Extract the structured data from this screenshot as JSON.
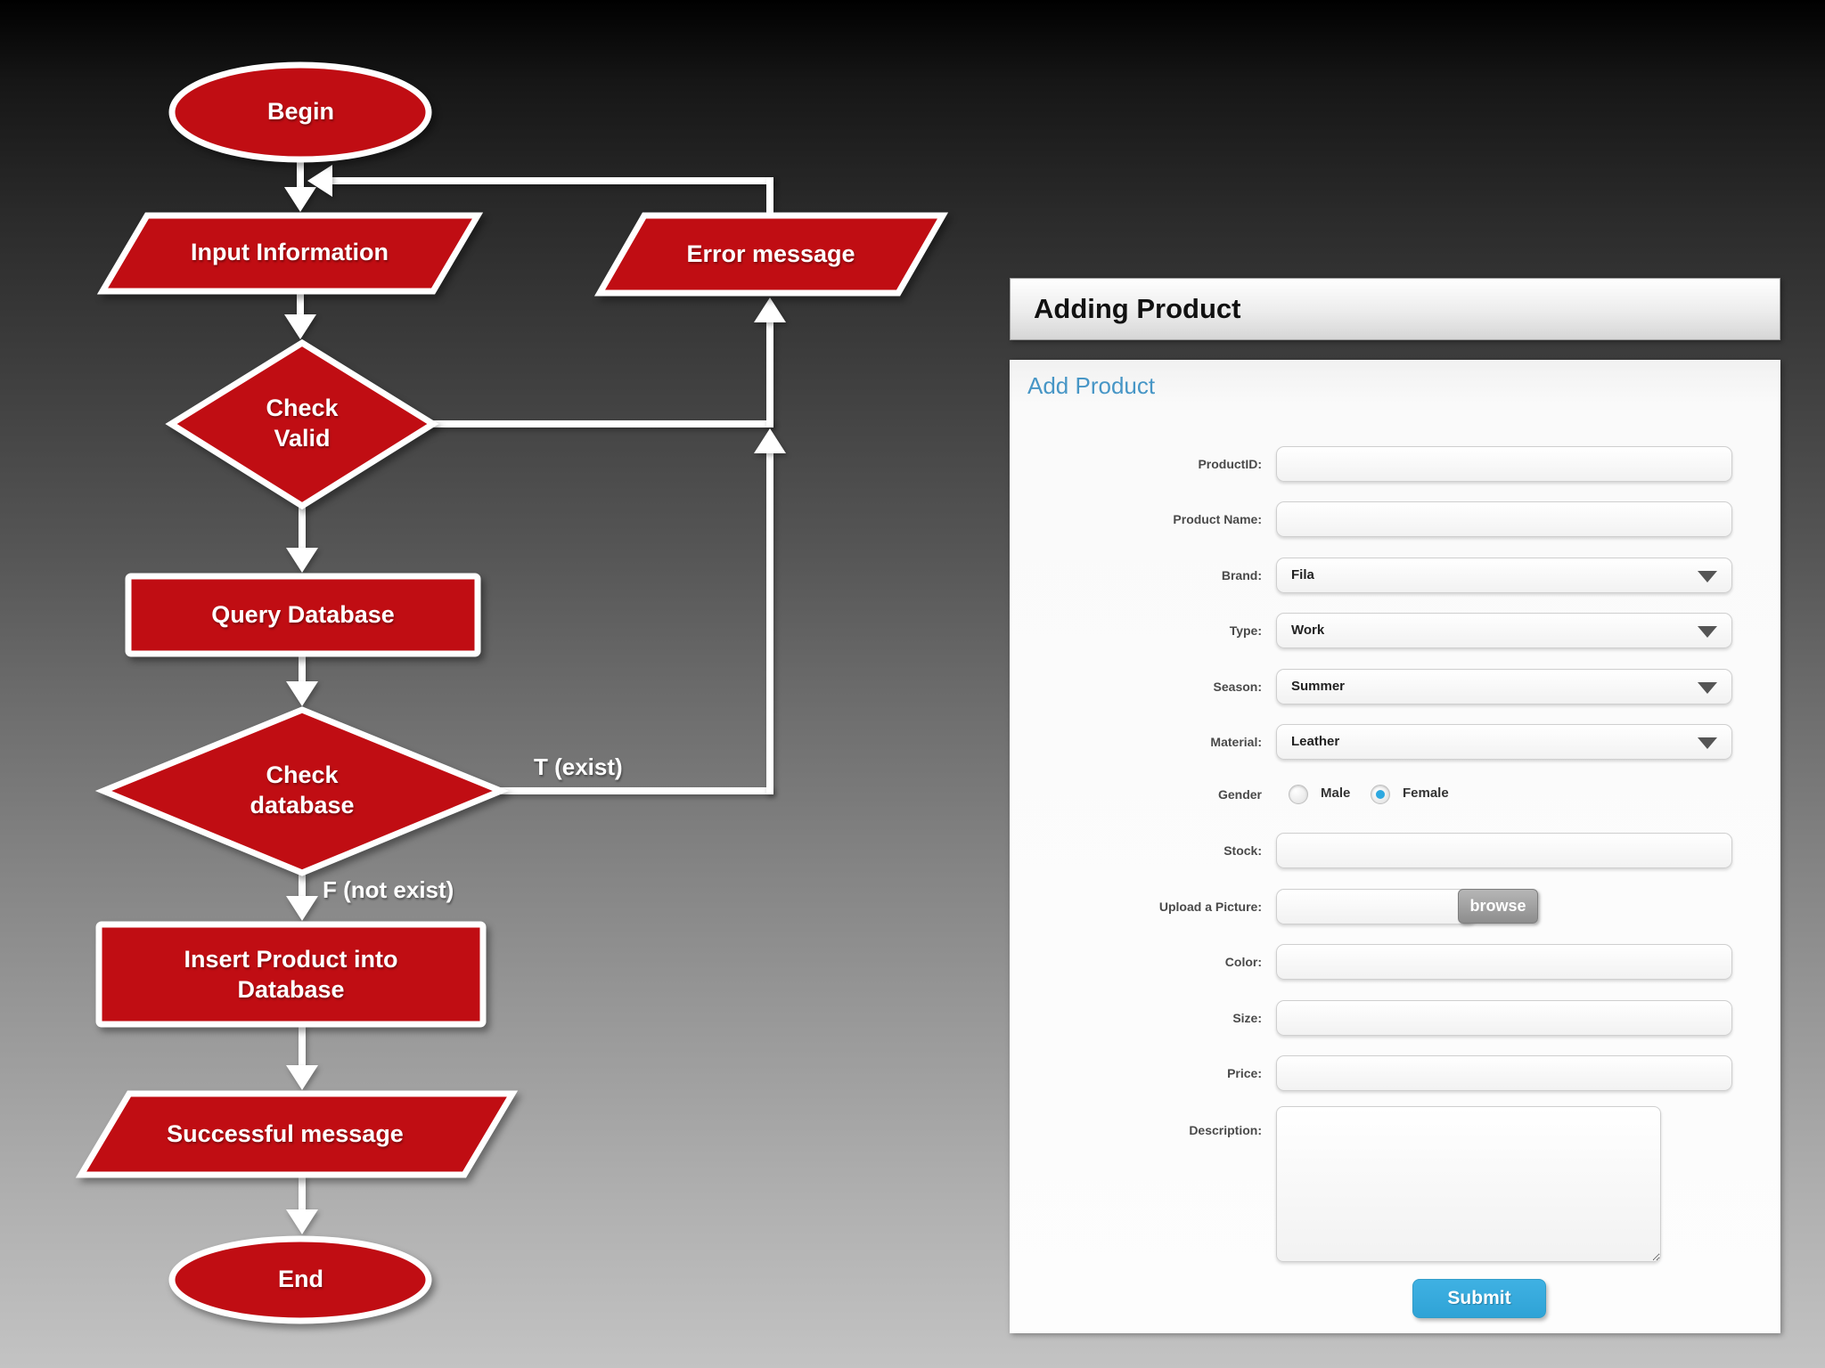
{
  "theme": {
    "node_red": "#c00d13",
    "submit_blue": "#3fb1e3",
    "panel_title_blue": "#4796c6",
    "radio_check_blue": "#2da8e0"
  },
  "flowchart": {
    "nodes": {
      "begin": "Begin",
      "input_information": "Input Information",
      "error_message": "Error message",
      "check_valid": "Check\nValid",
      "query_database": "Query Database",
      "check_database": "Check\ndatabase",
      "insert_product": "Insert Product into\nDatabase",
      "successful_message": "Successful message",
      "end": "End"
    },
    "edge_labels": {
      "true_branch": "T (exist)",
      "false_branch": "F (not exist)"
    }
  },
  "window": {
    "title": "Adding Product"
  },
  "form": {
    "title": "Add Product",
    "rows": [
      {
        "label": "ProductID:",
        "type": "text",
        "value": ""
      },
      {
        "label": "Product Name:",
        "type": "text",
        "value": ""
      },
      {
        "label": "Brand:",
        "type": "select",
        "value": "Fila"
      },
      {
        "label": "Type:",
        "type": "select",
        "value": "Work"
      },
      {
        "label": "Season:",
        "type": "select",
        "value": "Summer"
      },
      {
        "label": "Material:",
        "type": "select",
        "value": "Leather"
      },
      {
        "label": "Gender",
        "type": "radio",
        "options": [
          "Male",
          "Female"
        ],
        "selected": "Female"
      },
      {
        "label": "Stock:",
        "type": "text",
        "value": ""
      },
      {
        "label": "Upload a Picture:",
        "type": "file",
        "button_label": "browse",
        "value": ""
      },
      {
        "label": "Color:",
        "type": "text",
        "value": ""
      },
      {
        "label": "Size:",
        "type": "text",
        "value": ""
      },
      {
        "label": "Price:",
        "type": "text",
        "value": ""
      },
      {
        "label": "Description:",
        "type": "textarea",
        "value": ""
      }
    ],
    "submit_label": "Submit"
  }
}
